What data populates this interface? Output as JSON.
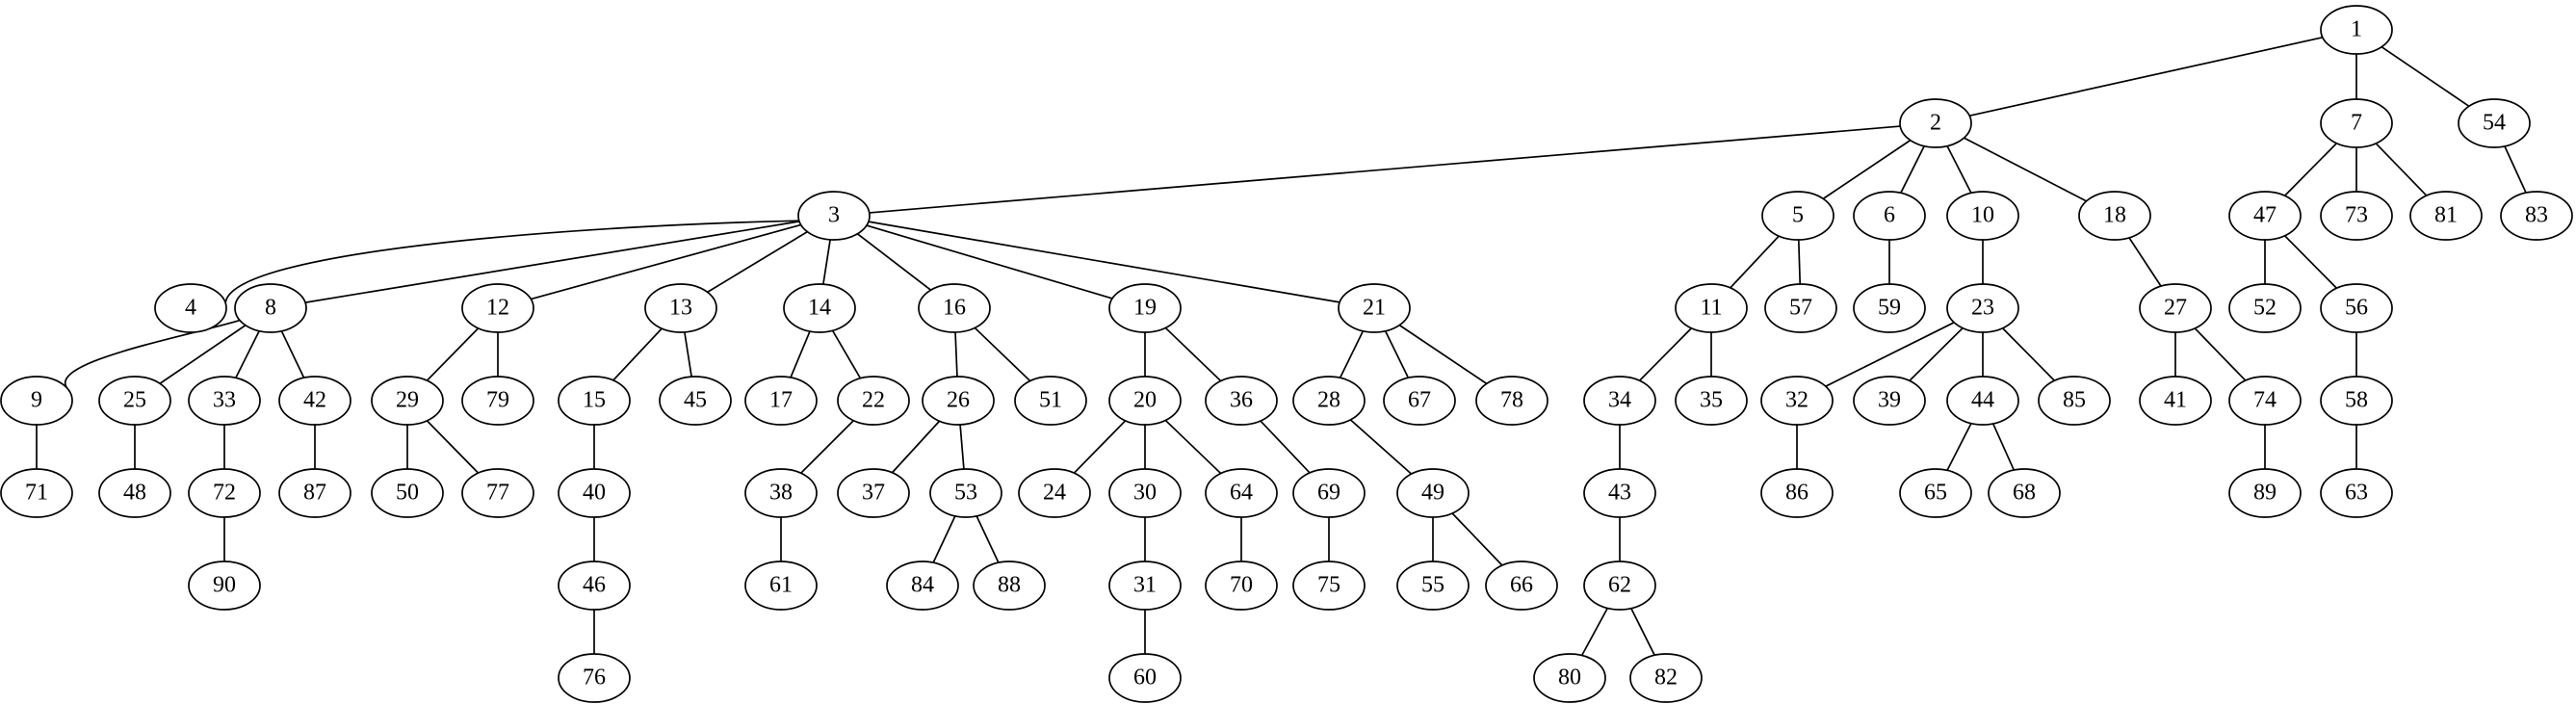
{
  "graph": {
    "nodes": [
      "1",
      "2",
      "3",
      "4",
      "5",
      "6",
      "7",
      "8",
      "9",
      "10",
      "11",
      "12",
      "13",
      "14",
      "15",
      "16",
      "17",
      "18",
      "19",
      "20",
      "21",
      "22",
      "23",
      "24",
      "25",
      "26",
      "27",
      "28",
      "29",
      "30",
      "31",
      "32",
      "33",
      "34",
      "35",
      "36",
      "37",
      "38",
      "39",
      "40",
      "41",
      "42",
      "43",
      "44",
      "45",
      "46",
      "47",
      "48",
      "49",
      "50",
      "51",
      "52",
      "53",
      "54",
      "55",
      "56",
      "57",
      "58",
      "59",
      "60",
      "61",
      "62",
      "63",
      "64",
      "65",
      "66",
      "67",
      "68",
      "69",
      "70",
      "71",
      "72",
      "73",
      "74",
      "75",
      "76",
      "77",
      "78",
      "79",
      "80",
      "81",
      "82",
      "83",
      "84",
      "85",
      "86",
      "87",
      "88",
      "89",
      "90"
    ],
    "edges": [
      [
        "1",
        "2"
      ],
      [
        "1",
        "7"
      ],
      [
        "1",
        "54"
      ],
      [
        "2",
        "3"
      ],
      [
        "2",
        "5"
      ],
      [
        "2",
        "6"
      ],
      [
        "2",
        "10"
      ],
      [
        "2",
        "18"
      ],
      [
        "3",
        "4"
      ],
      [
        "3",
        "8"
      ],
      [
        "3",
        "12"
      ],
      [
        "3",
        "13"
      ],
      [
        "3",
        "14"
      ],
      [
        "3",
        "16"
      ],
      [
        "3",
        "19"
      ],
      [
        "3",
        "21"
      ],
      [
        "5",
        "11"
      ],
      [
        "5",
        "57"
      ],
      [
        "6",
        "59"
      ],
      [
        "7",
        "47"
      ],
      [
        "7",
        "73"
      ],
      [
        "7",
        "81"
      ],
      [
        "8",
        "9"
      ],
      [
        "8",
        "25"
      ],
      [
        "8",
        "33"
      ],
      [
        "8",
        "42"
      ],
      [
        "9",
        "71"
      ],
      [
        "10",
        "23"
      ],
      [
        "11",
        "34"
      ],
      [
        "11",
        "35"
      ],
      [
        "12",
        "29"
      ],
      [
        "12",
        "79"
      ],
      [
        "13",
        "15"
      ],
      [
        "13",
        "45"
      ],
      [
        "14",
        "17"
      ],
      [
        "14",
        "22"
      ],
      [
        "15",
        "40"
      ],
      [
        "16",
        "26"
      ],
      [
        "16",
        "51"
      ],
      [
        "18",
        "27"
      ],
      [
        "19",
        "20"
      ],
      [
        "19",
        "36"
      ],
      [
        "20",
        "24"
      ],
      [
        "20",
        "30"
      ],
      [
        "20",
        "64"
      ],
      [
        "21",
        "28"
      ],
      [
        "21",
        "67"
      ],
      [
        "21",
        "78"
      ],
      [
        "22",
        "38"
      ],
      [
        "23",
        "32"
      ],
      [
        "23",
        "39"
      ],
      [
        "23",
        "44"
      ],
      [
        "23",
        "85"
      ],
      [
        "25",
        "48"
      ],
      [
        "26",
        "37"
      ],
      [
        "26",
        "53"
      ],
      [
        "27",
        "41"
      ],
      [
        "27",
        "74"
      ],
      [
        "28",
        "49"
      ],
      [
        "29",
        "50"
      ],
      [
        "29",
        "77"
      ],
      [
        "30",
        "31"
      ],
      [
        "31",
        "60"
      ],
      [
        "32",
        "86"
      ],
      [
        "33",
        "72"
      ],
      [
        "34",
        "43"
      ],
      [
        "36",
        "69"
      ],
      [
        "38",
        "61"
      ],
      [
        "40",
        "46"
      ],
      [
        "42",
        "87"
      ],
      [
        "43",
        "62"
      ],
      [
        "44",
        "65"
      ],
      [
        "44",
        "68"
      ],
      [
        "46",
        "76"
      ],
      [
        "47",
        "52"
      ],
      [
        "47",
        "56"
      ],
      [
        "49",
        "55"
      ],
      [
        "49",
        "66"
      ],
      [
        "53",
        "84"
      ],
      [
        "53",
        "88"
      ],
      [
        "54",
        "83"
      ],
      [
        "56",
        "58"
      ],
      [
        "58",
        "63"
      ],
      [
        "62",
        "80"
      ],
      [
        "62",
        "82"
      ],
      [
        "64",
        "70"
      ],
      [
        "69",
        "75"
      ],
      [
        "72",
        "90"
      ],
      [
        "74",
        "89"
      ]
    ]
  }
}
